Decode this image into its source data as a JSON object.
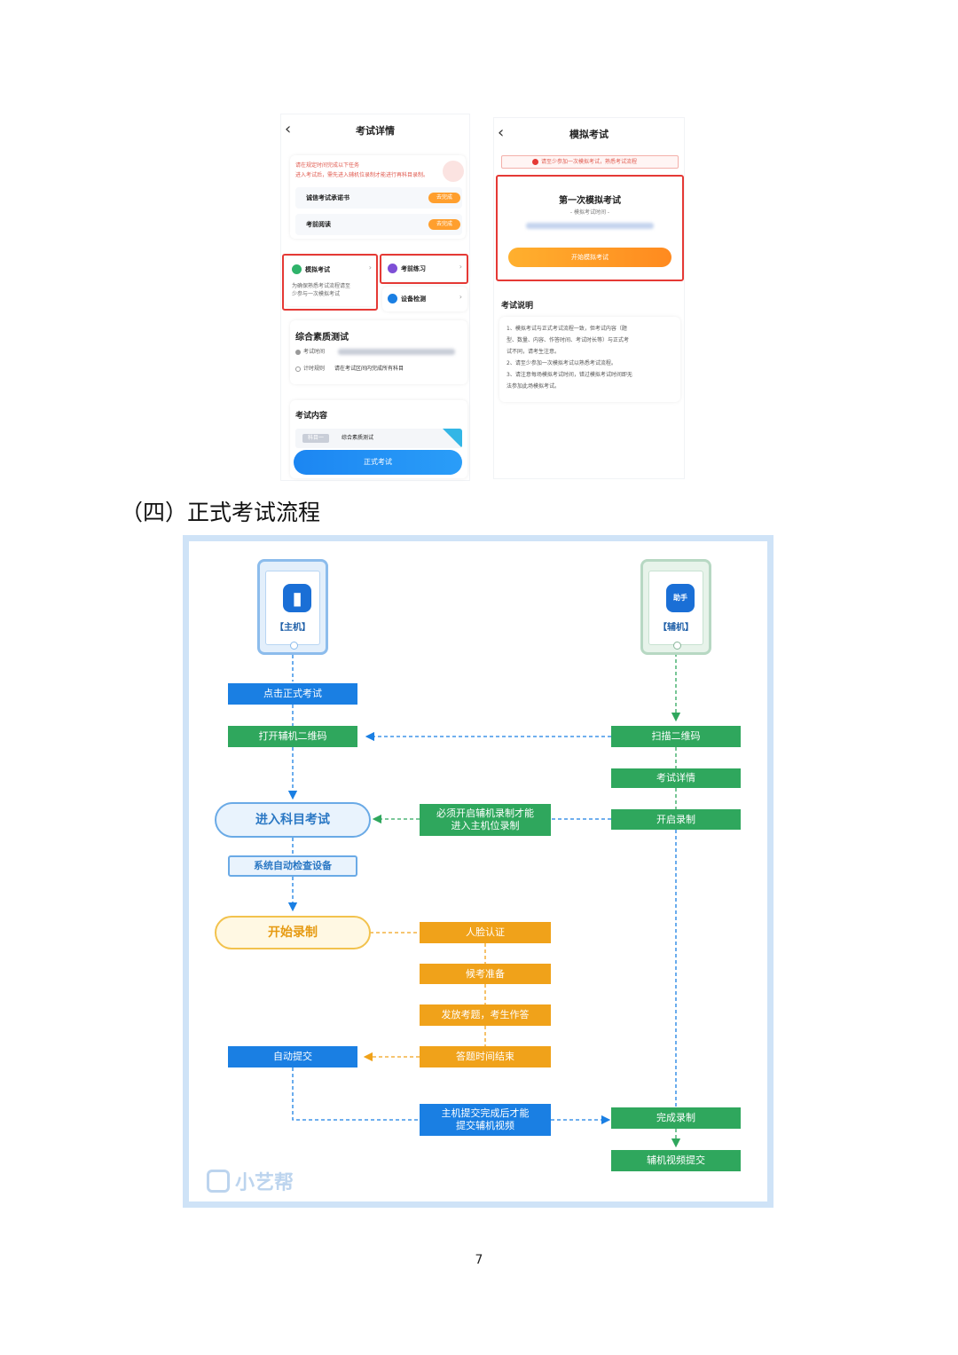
{
  "screen_left": {
    "title": "考试详情",
    "notice_line1": "请在规定时间完成以下任务",
    "notice_line2": "进入考试后，需先进入辅机位录制才能进行再科目录制。",
    "tasks": [
      {
        "label": "诚信考试承诺书",
        "status": "去完成"
      },
      {
        "label": "考前阅读",
        "status": "去完成"
      }
    ],
    "mock_exam": {
      "label": "模拟考试",
      "desc_line1": "为确保熟悉考试流程请至",
      "desc_line2": "少参与一次模拟考试"
    },
    "practice": {
      "label": "考前练习"
    },
    "device_check": {
      "label": "设备检测"
    },
    "exam_card": {
      "title": "综合素质测试",
      "time_label": "考试时间",
      "rule_label": "计时规则",
      "rule_value": "请在考试区间内完成所有科目"
    },
    "content_card": {
      "title": "考试内容",
      "subject_tag": "科目一",
      "subject_name": "综合素质测试",
      "start_button": "正式考试"
    }
  },
  "screen_right": {
    "title": "模拟考试",
    "warning": "请至少参加一次模拟考试，熟悉考试流程",
    "card_title": "第一次模拟考试",
    "card_subtitle": "- 模拟考试时间 -",
    "start_button": "开始模拟考试",
    "explain_title": "考试说明",
    "explain_lines": [
      "1、模拟考试与正式考试流程一致，但考试内容（题",
      "型、数量、内容、作答时间、考试时长等）与正式考",
      "试不同，请考生注意。",
      "2、请至少参加一次模拟考试以熟悉考试流程。",
      "3、请注意每场模拟考试时间，错过模拟考试时间即无",
      "法参加此场模拟考试。"
    ]
  },
  "section_heading": "（四）正式考试流程",
  "flowchart": {
    "host_device": "【主机】",
    "aux_device": "【辅机】",
    "aux_icon_text": "助手",
    "steps": {
      "click_exam": "点击正式考试",
      "open_qr": "打开辅机二维码",
      "scan_qr": "扫描二维码",
      "exam_detail": "考试详情",
      "enter_subject": "进入科目考试",
      "must_open_line1": "必须开启辅机录制才能",
      "must_open_line2": "进入主机位录制",
      "start_record_aux": "开启录制",
      "auto_check": "系统自动检查设备",
      "start_record": "开始录制",
      "face_auth": "人脸认证",
      "wait_exam": "候考准备",
      "release_questions": "发放考题，考生作答",
      "time_end": "答题时间结束",
      "auto_submit": "自动提交",
      "host_submit_line1": "主机提交完成后才能",
      "host_submit_line2": "提交辅机视频",
      "finish_record": "完成录制",
      "aux_submit": "辅机视频提交"
    },
    "watermark": "小艺帮",
    "colors": {
      "blue": "#1a7fe3",
      "green": "#2fa75d",
      "orange": "#f0a21a",
      "frame": "#cfe3f7"
    }
  },
  "page_number": "7"
}
